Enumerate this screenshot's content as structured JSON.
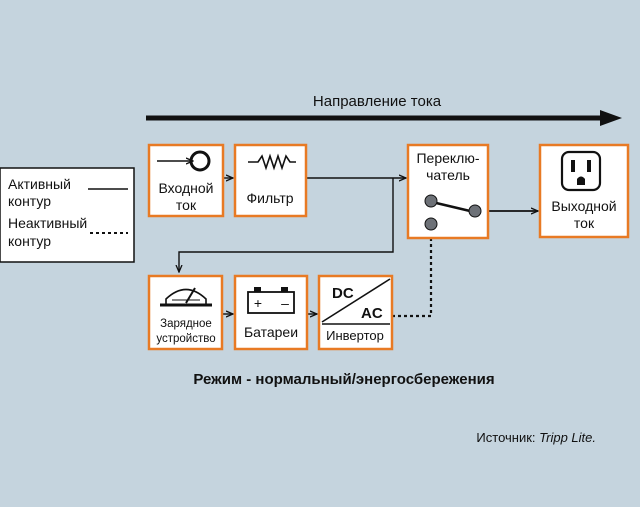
{
  "diagram": {
    "flow_direction_label": "Направление тока",
    "legend": {
      "active_line1": "Активный",
      "active_line2": "контур",
      "inactive_line1": "Неактивный",
      "inactive_line2": "контур"
    },
    "blocks": {
      "input_line1": "Входной",
      "input_line2": "ток",
      "filter": "Фильтр",
      "switch_line1": "Переклю-",
      "switch_line2": "чатель",
      "output_line1": "Выходной",
      "output_line2": "ток",
      "charger_line1": "Зарядное",
      "charger_line2": "устройство",
      "battery": "Батареи",
      "battery_plus": "+",
      "battery_minus": "–",
      "inverter_dc": "DC",
      "inverter_ac": "AC",
      "inverter": "Инвертор"
    },
    "mode_caption": "Режим - нормальный/энергосбережения",
    "source_prefix": "Источник: ",
    "source_name": "Tripp Lite."
  },
  "colors": {
    "background": "#c5d4de",
    "block_border": "#e87a24",
    "block_fill": "#ffffff",
    "line": "#111111"
  }
}
